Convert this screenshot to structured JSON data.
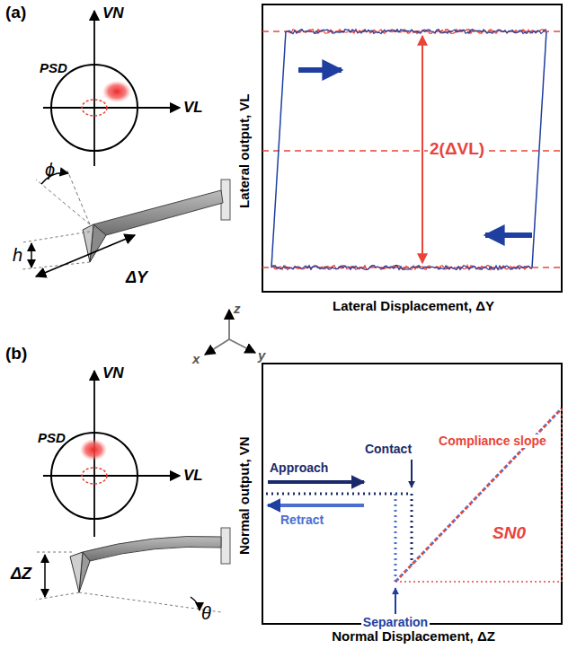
{
  "diagram": {
    "labels": [
      "(a)",
      "VN",
      "PSD",
      "VL",
      "ϕ",
      "h",
      "ΔY",
      "2(ΔVL)",
      "Lateral output, VL",
      "Lateral Displacement, ΔY",
      "z",
      "x",
      "y",
      "(b)",
      "VN",
      "PSD",
      "VL",
      "ΔZ",
      "θ",
      "Approach",
      "Contact",
      "Retract",
      "Separation",
      "Compliance slope",
      "SN0",
      "Normal output, VN",
      "Normal Displacement, ΔZ"
    ]
  }
}
